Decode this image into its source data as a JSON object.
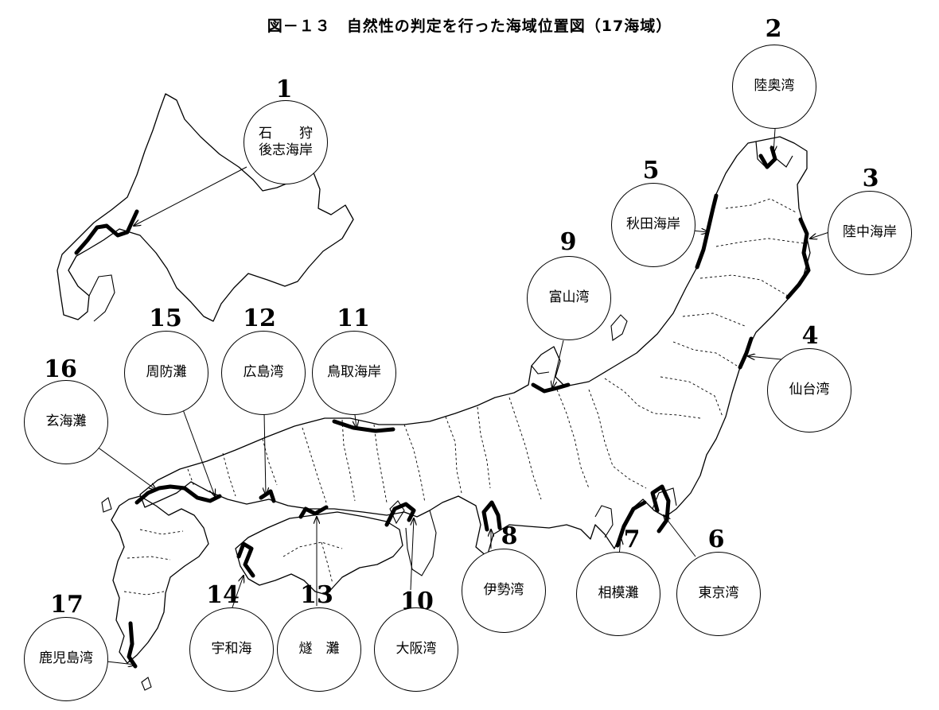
{
  "title": "図－１３　自然性の判定を行った海域位置図（17海域）",
  "colors": {
    "ink": "#000000",
    "paper": "#ffffff"
  },
  "regions": [
    {
      "number": "1",
      "label": "石　　狩\n後志海岸"
    },
    {
      "number": "2",
      "label": "陸奥湾"
    },
    {
      "number": "3",
      "label": "陸中海岸"
    },
    {
      "number": "4",
      "label": "仙台湾"
    },
    {
      "number": "5",
      "label": "秋田海岸"
    },
    {
      "number": "6",
      "label": "東京湾"
    },
    {
      "number": "7",
      "label": "相模灘"
    },
    {
      "number": "8",
      "label": "伊勢湾"
    },
    {
      "number": "9",
      "label": "富山湾"
    },
    {
      "number": "10",
      "label": "大阪湾"
    },
    {
      "number": "11",
      "label": "鳥取海岸"
    },
    {
      "number": "12",
      "label": "広島湾"
    },
    {
      "number": "13",
      "label": "燧　灘"
    },
    {
      "number": "14",
      "label": "宇和海"
    },
    {
      "number": "15",
      "label": "周防灘"
    },
    {
      "number": "16",
      "label": "玄海灘"
    },
    {
      "number": "17",
      "label": "鹿児島湾"
    }
  ]
}
